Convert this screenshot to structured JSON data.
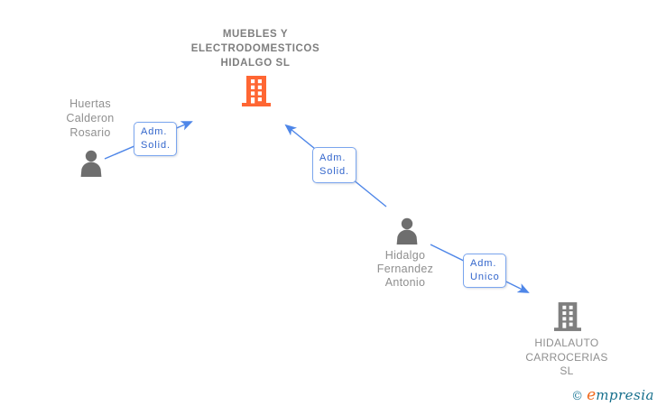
{
  "nodes": {
    "company_main": {
      "lines": [
        "MUEBLES Y",
        "ELECTRODOMESTICOS",
        "HIDALGO SL"
      ],
      "type": "company",
      "highlighted": true
    },
    "person_left": {
      "lines": [
        "Huertas",
        "Calderon",
        "Rosario"
      ],
      "type": "person"
    },
    "person_mid": {
      "lines": [
        "Hidalgo",
        "Fernandez",
        "Antonio"
      ],
      "type": "person"
    },
    "company_right": {
      "lines": [
        "HIDALAUTO",
        "CARROCERIAS",
        "SL"
      ],
      "type": "company"
    }
  },
  "edges": {
    "left_to_main": {
      "lines": [
        "Adm.",
        "Solid."
      ],
      "from": "person_left",
      "to": "company_main"
    },
    "mid_to_main": {
      "lines": [
        "Adm.",
        "Solid."
      ],
      "from": "person_mid",
      "to": "company_main"
    },
    "mid_to_right": {
      "lines": [
        "Adm.",
        "Unico"
      ],
      "from": "person_mid",
      "to": "company_right"
    }
  },
  "footer": {
    "copyright_symbol": "©",
    "brand_lead": "e",
    "brand_rest": "mpresia"
  },
  "icons": {
    "company_highlight": "building-icon",
    "company": "building-icon",
    "person": "person-icon"
  },
  "colors": {
    "accent_orange": "#ff6633",
    "icon_gray": "#6e6e6e",
    "building_gray": "#7f7f7f",
    "text_gray": "#8f8f8f",
    "title_gray": "#7e7e7e",
    "edge_blue": "#4e86e8",
    "edge_label_blue": "#3366cc",
    "edge_box_border": "#7aa5ee",
    "brand_teal": "#166f8c",
    "brand_orange": "#f06a1d"
  }
}
